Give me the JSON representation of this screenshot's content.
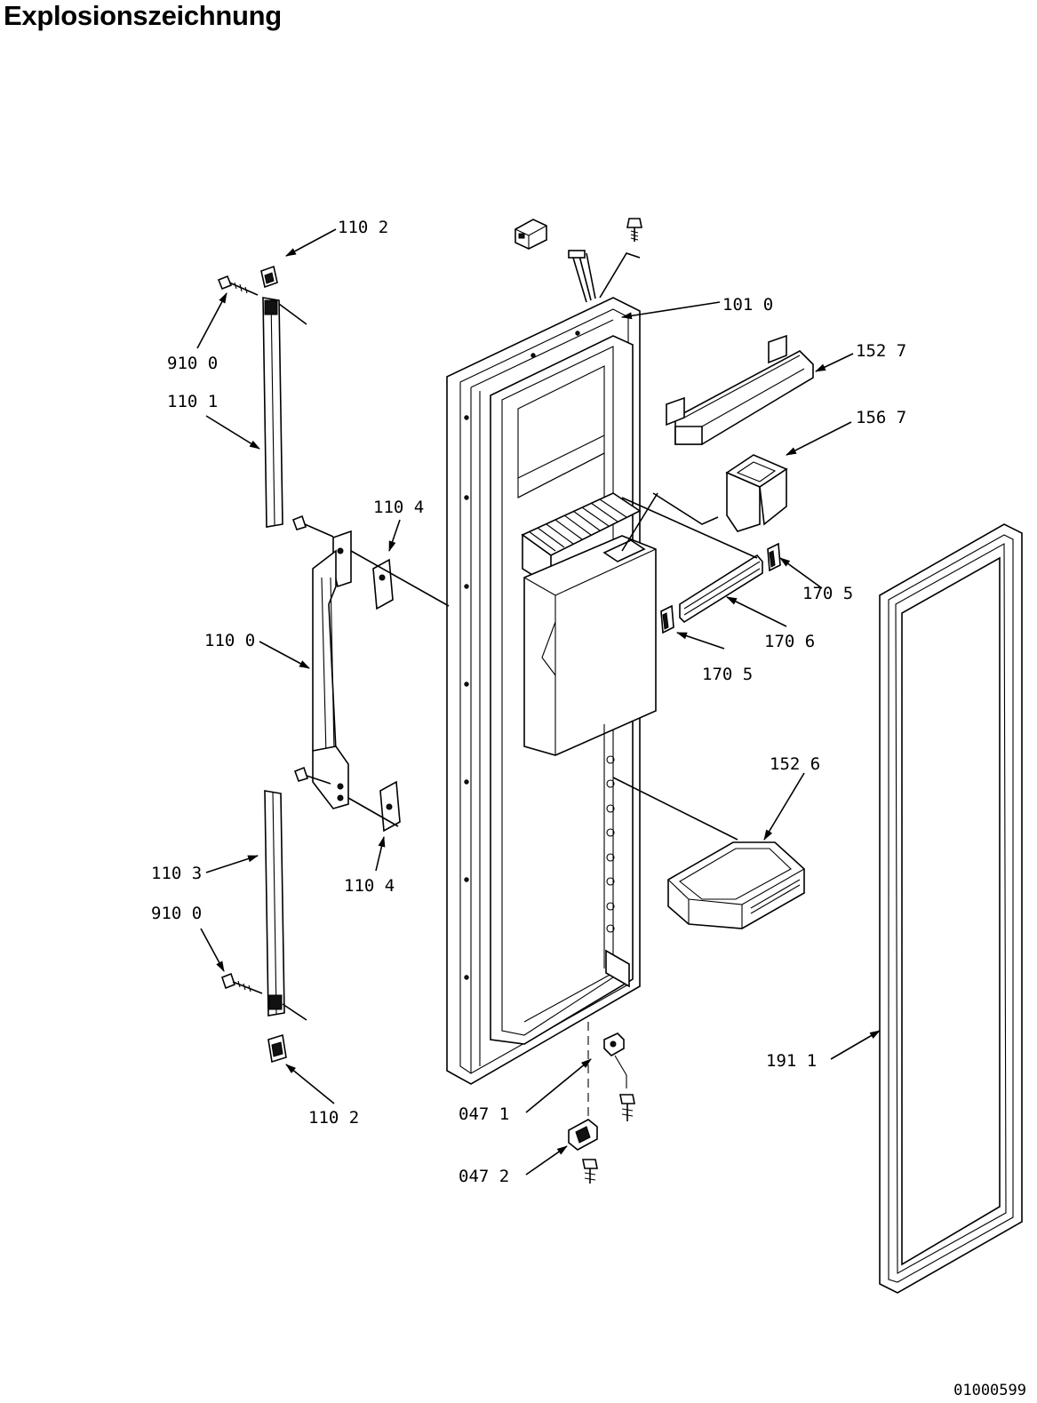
{
  "title": "Explosionszeichnung",
  "document_id": "01000599",
  "callouts": {
    "c_110_2_top": "110 2",
    "c_910_0_top": "910 0",
    "c_110_1": "110 1",
    "c_110_4_top": "110 4",
    "c_110_0": "110 0",
    "c_110_3": "110 3",
    "c_910_0_bottom": "910 0",
    "c_110_4_bottom": "110 4",
    "c_110_2_bottom": "110 2",
    "c_101_0": "101 0",
    "c_152_7": "152 7",
    "c_156_7": "156 7",
    "c_170_5_top": "170 5",
    "c_170_6": "170 6",
    "c_170_5_bottom": "170 5",
    "c_152_6": "152 6",
    "c_047_1": "047 1",
    "c_047_2": "047 2",
    "c_191_1": "191 1"
  }
}
